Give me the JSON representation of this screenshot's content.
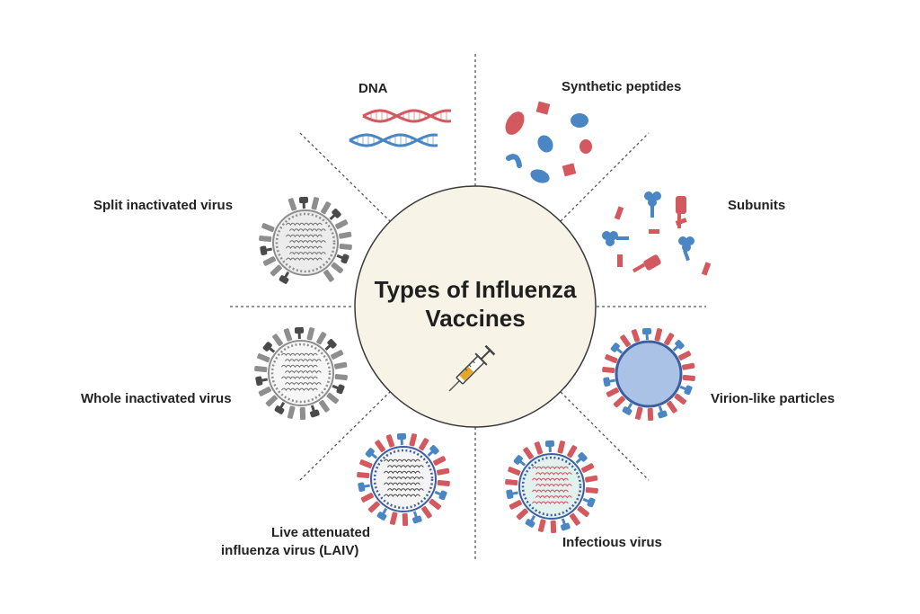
{
  "title": {
    "line1": "Types of Influenza",
    "line2": "Vaccines"
  },
  "labels": {
    "dna": "DNA",
    "synthetic_peptides": "Synthetic peptides",
    "subunits": "Subunits",
    "split_inactivated": "Split inactivated virus",
    "whole_inactivated": "Whole inactivated virus",
    "virion_like": "Virion-like particles",
    "laiv_line1": "Live attenuated",
    "laiv_line2": "influenza virus (LAIV)",
    "infectious": "Infectious virus"
  },
  "icons": {
    "center": "syringe-icon"
  },
  "colors": {
    "red": "#d4595f",
    "blue": "#4a86c4",
    "gray": "#8e8e8e",
    "dark_gray": "#4a4a4a",
    "center_fill": "#f7f3e6",
    "vlp_fill": "#a9c2e6"
  }
}
